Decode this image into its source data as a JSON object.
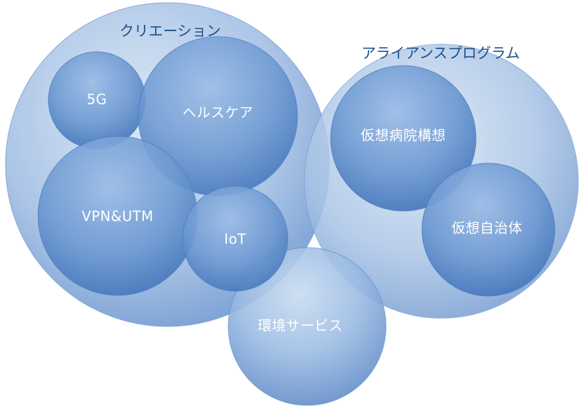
{
  "diagram": {
    "groups": {
      "creation": {
        "label": "クリエーション"
      },
      "alliance": {
        "label": "アライアンスプログラム"
      }
    },
    "bubbles": {
      "fiveg": {
        "label": "5G"
      },
      "healthcare": {
        "label": "ヘルスケア"
      },
      "vpn": {
        "label": "VPN&UTM"
      },
      "iot": {
        "label": "IoT"
      },
      "hospital": {
        "label": "仮想病院構想"
      },
      "municipality": {
        "label": "仮想自治体"
      },
      "environment": {
        "label": "環境サービス"
      }
    }
  }
}
